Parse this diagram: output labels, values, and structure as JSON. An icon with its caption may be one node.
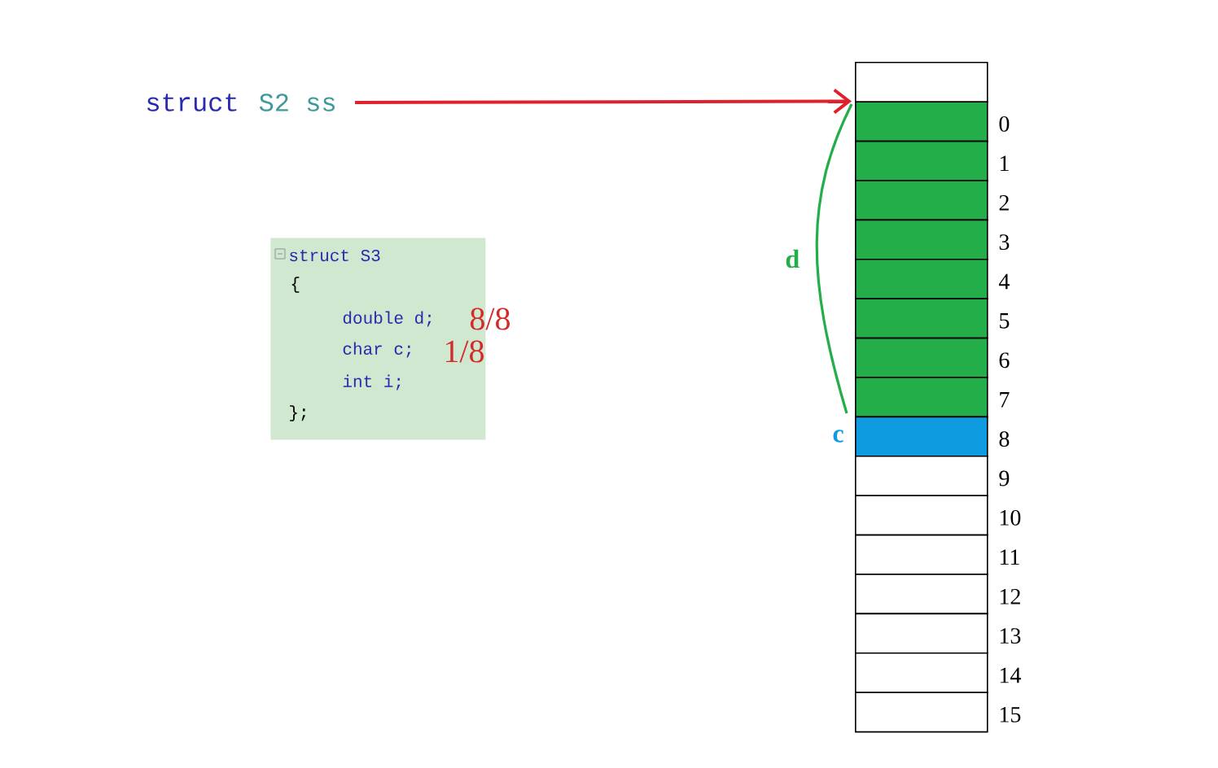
{
  "diagram": {
    "nodes": [
      {
        "text": [
          "struct",
          "S2 ss"
        ]
      },
      {
        "text": [
          "struct S3",
          "{",
          "double d;",
          "char c;",
          "int i;",
          "};"
        ]
      },
      {
        "text": [],
        "shape": "box"
      },
      {
        "text": [],
        "shape": "box",
        "beside": [
          "0"
        ]
      },
      {
        "text": [],
        "shape": "box",
        "beside": [
          "1"
        ]
      },
      {
        "text": [],
        "shape": "box",
        "beside": [
          "2"
        ]
      },
      {
        "text": [],
        "shape": "box",
        "beside": [
          "3"
        ]
      },
      {
        "text": [],
        "shape": "box",
        "beside": [
          "4"
        ]
      },
      {
        "text": [],
        "shape": "box",
        "beside": [
          "5"
        ]
      },
      {
        "text": [],
        "shape": "box",
        "beside": [
          "6"
        ]
      },
      {
        "text": [],
        "shape": "box",
        "beside": [
          "7"
        ]
      },
      {
        "text": [],
        "shape": "box",
        "beside": [
          "8"
        ]
      },
      {
        "text": [],
        "shape": "box",
        "beside": [
          "9"
        ]
      },
      {
        "text": [],
        "shape": "box",
        "beside": [
          "10"
        ]
      },
      {
        "text": [],
        "shape": "box",
        "beside": [
          "11"
        ]
      },
      {
        "text": [],
        "shape": "box",
        "beside": [
          "12"
        ]
      },
      {
        "text": [],
        "shape": "box",
        "beside": [
          "13"
        ]
      },
      {
        "text": [],
        "shape": "box",
        "beside": [
          "14"
        ]
      },
      {
        "text": [],
        "shape": "box",
        "beside": [
          "15"
        ]
      }
    ],
    "edges": [
      {
        "from": 0,
        "to": 3,
        "arrow": "to",
        "color": "#e0202a"
      }
    ],
    "labels": [
      "8/8",
      "1/8",
      "d",
      "c"
    ]
  }
}
